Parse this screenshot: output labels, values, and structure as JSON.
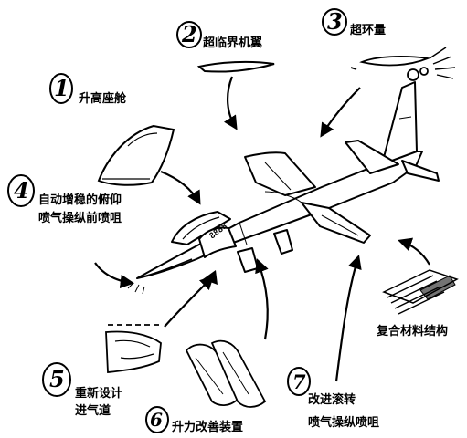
{
  "labels": {
    "item1": {
      "number": "1",
      "text": "升高座舱"
    },
    "item2": {
      "number": "2",
      "text": "超临界机翼"
    },
    "item3": {
      "number": "3",
      "text": "超环量"
    },
    "item4": {
      "number": "4",
      "line1": "自动增稳的俯仰",
      "line2": "喷气操纵前喷咀"
    },
    "item5": {
      "number": "5",
      "line1": "重新设计",
      "line2": "进气道"
    },
    "item6": {
      "number": "6",
      "text": "升力改善装置"
    },
    "item7": {
      "number": "7",
      "line1": "改进滚转",
      "line2": "喷气操纵喷咀"
    },
    "item8": {
      "text": "复合材料结构"
    }
  },
  "aircraft": {
    "serial": "8888"
  }
}
